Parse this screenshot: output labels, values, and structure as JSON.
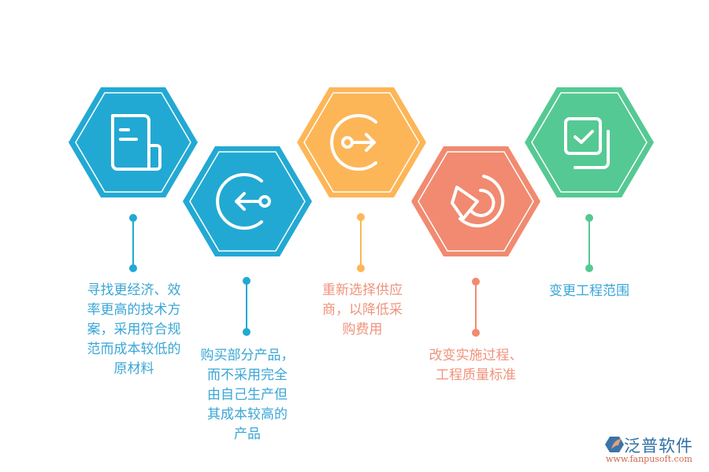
{
  "colors": {
    "blue": "#22a9d3",
    "orange": "#fdb657",
    "salmon": "#f18a70",
    "green": "#55c993",
    "label_blue": "#3aa6d6",
    "label_salmon": "#f0937c"
  },
  "steps": [
    {
      "id": "1",
      "icon": "document-icon",
      "color": "#22a9d3",
      "label": "寻找更经济、效\n率更高的技术方\n案，采用符合规\n范而成本较低的\n原材料"
    },
    {
      "id": "2",
      "icon": "exit-left-arrow-icon",
      "color": "#22a9d3",
      "label": "购买部分产品，\n而不采用完全\n由自己生产但\n其成本较高的\n产品"
    },
    {
      "id": "3",
      "icon": "exit-right-arrow-icon",
      "color": "#fdb657",
      "label": "重新选择供应\n商，以降低采\n购费用"
    },
    {
      "id": "4",
      "icon": "pie-chart-icon",
      "color": "#f18a70",
      "label": "改变实施过程、\n工程质量标准"
    },
    {
      "id": "5",
      "icon": "checkbox-stack-icon",
      "color": "#55c993",
      "label": "变更工程范围"
    }
  ],
  "logo": {
    "name": "泛普软件",
    "url": "www.fanpusoft.com"
  }
}
